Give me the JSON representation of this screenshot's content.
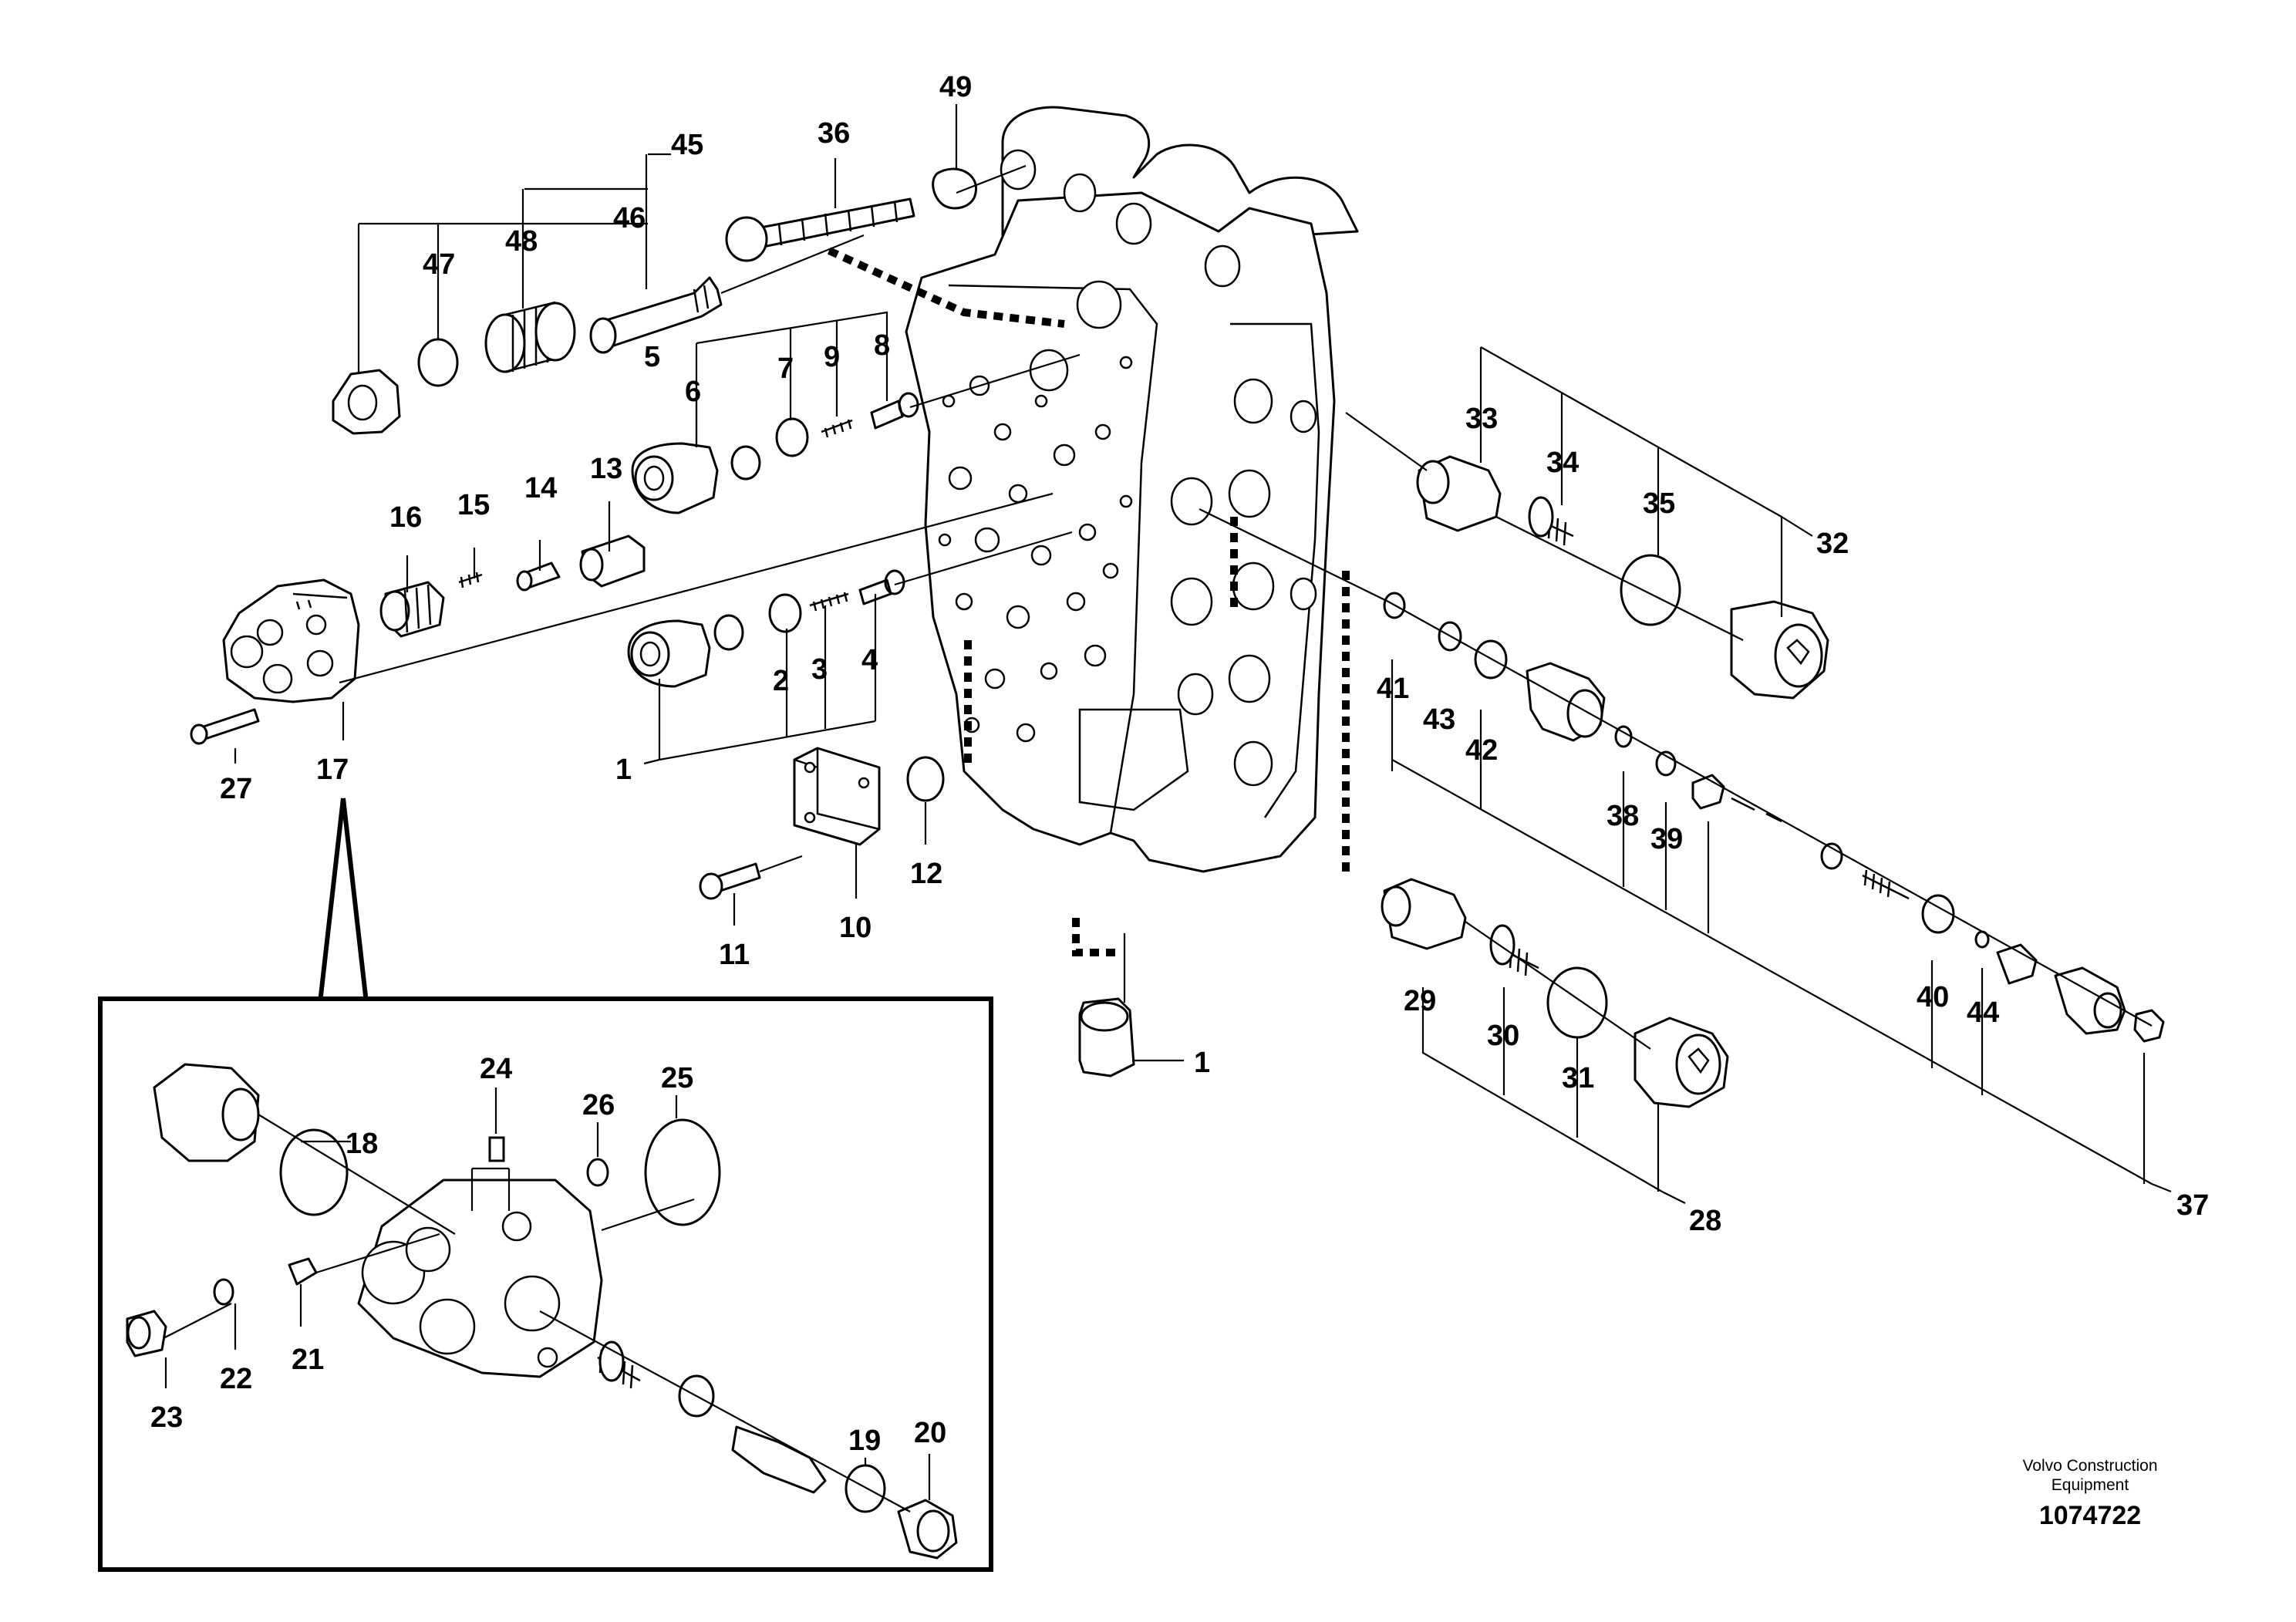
{
  "callouts": [
    "1",
    "2",
    "3",
    "4",
    "5",
    "6",
    "7",
    "8",
    "9",
    "10",
    "11",
    "12",
    "13",
    "14",
    "15",
    "16",
    "17",
    "18",
    "19",
    "20",
    "21",
    "22",
    "23",
    "24",
    "25",
    "26",
    "27",
    "28",
    "29",
    "30",
    "31",
    "32",
    "33",
    "34",
    "35",
    "36",
    "37",
    "38",
    "39",
    "40",
    "41",
    "42",
    "43",
    "44",
    "45",
    "46",
    "47",
    "48",
    "49"
  ],
  "credit": {
    "line1": "Volvo Construction",
    "line2": "Equipment",
    "code": "1074722"
  }
}
